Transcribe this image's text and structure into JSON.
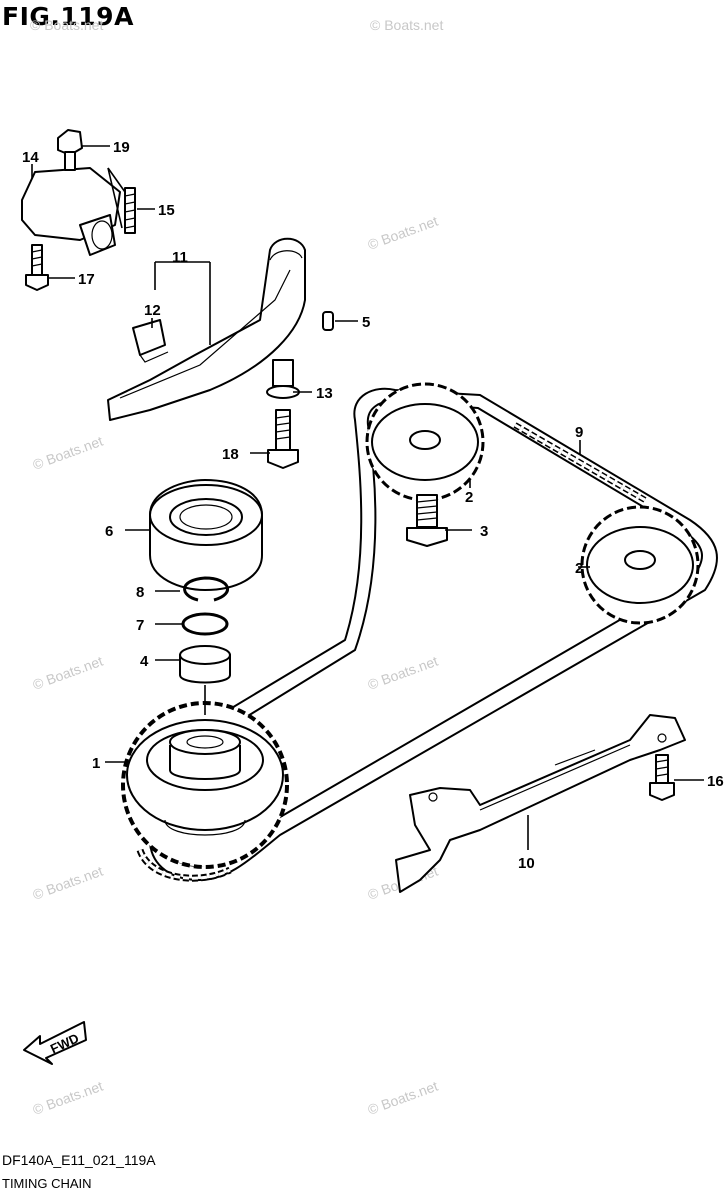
{
  "figure_title": "FIG.119A",
  "document_code": "DF140A_E11_021_119A",
  "caption": "TIMING CHAIN",
  "watermark": "© Boats.net",
  "fwd_label": "FWD",
  "callouts": {
    "p1": "1",
    "p2a": "2",
    "p2b": "2",
    "p3": "3",
    "p4": "4",
    "p5": "5",
    "p6": "6",
    "p7": "7",
    "p8": "8",
    "p9": "9",
    "p10": "10",
    "p11": "11",
    "p12": "12",
    "p13": "13",
    "p14": "14",
    "p15": "15",
    "p16": "16",
    "p17": "17",
    "p18": "18",
    "p19": "19"
  },
  "icons": {
    "fwd_arrow": "fwd-arrow-icon"
  }
}
